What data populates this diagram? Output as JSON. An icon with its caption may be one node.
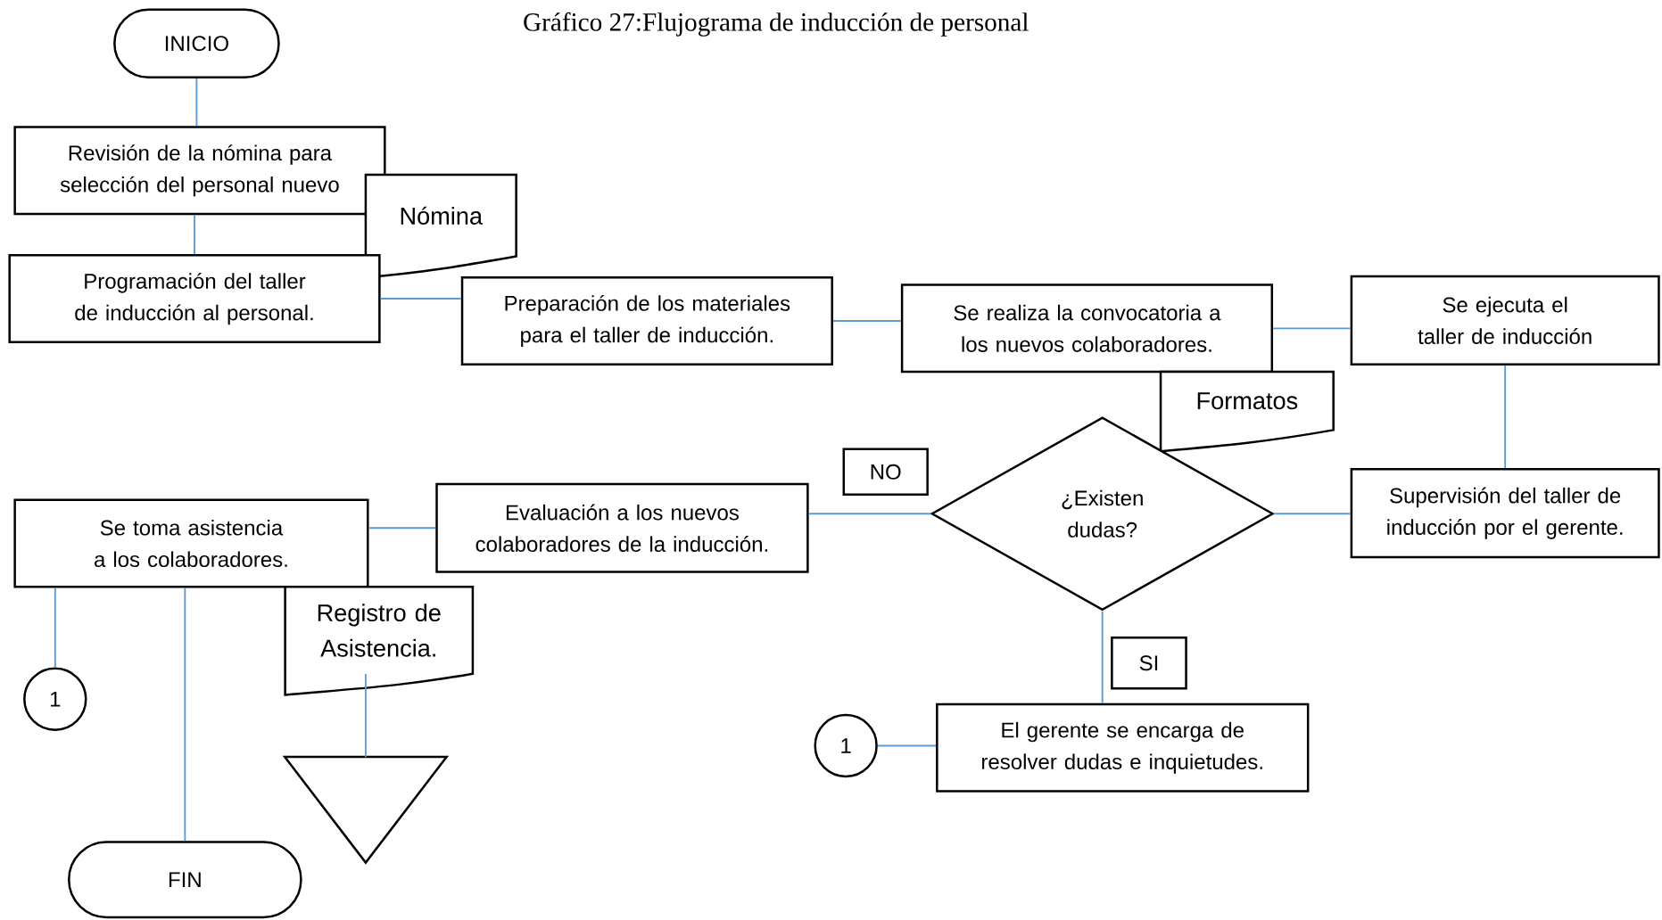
{
  "diagram": {
    "title": "Gráfico 27:Flujograma de inducción de personal",
    "nodes": [
      {
        "text": [
          "INICIO"
        ]
      },
      {
        "text": [
          "Revisión de la nómina para selección del personal nuevo"
        ]
      },
      {
        "text": [
          "Nómina"
        ]
      },
      {
        "text": [
          "Programación del taller de inducción al personal."
        ]
      },
      {
        "text": [
          "Preparación de los materiales para el taller de inducción."
        ]
      },
      {
        "text": [
          "Se realiza la convocatoria a los nuevos colaboradores."
        ]
      },
      {
        "text": [
          "Formatos"
        ]
      },
      {
        "text": [
          "Se ejecuta el taller de inducción"
        ]
      },
      {
        "text": [
          "Supervisión del taller de inducción por el gerente."
        ]
      },
      {
        "text": [
          "¿Existen dudas?"
        ]
      },
      {
        "text": [
          "NO"
        ]
      },
      {
        "text": [
          "Evaluación a los nuevos colaboradores de la inducción."
        ]
      },
      {
        "text": [
          "Se toma asistencia a los colaboradores."
        ]
      },
      {
        "text": [
          "Registro de Asistencia."
        ]
      },
      {
        "text": [
          "1"
        ]
      },
      {
        "text": [
          "FIN"
        ]
      },
      {
        "text": [],
        "shape": "triangle"
      },
      {
        "text": [
          "SI"
        ]
      },
      {
        "text": [
          "El gerente se encarga de resolver dudas e inquietudes."
        ]
      },
      {
        "text": [
          "1"
        ]
      }
    ],
    "edges": [
      {
        "from": 0,
        "to": 1,
        "arrow": "none"
      },
      {
        "from": 1,
        "to": 3,
        "arrow": "none"
      },
      {
        "from": 3,
        "to": 4,
        "arrow": "none"
      },
      {
        "from": 4,
        "to": 5,
        "arrow": "none"
      },
      {
        "from": 5,
        "to": 7,
        "arrow": "none"
      },
      {
        "from": 7,
        "to": 8,
        "arrow": "none"
      },
      {
        "from": 8,
        "to": 9,
        "arrow": "none"
      },
      {
        "from": 9,
        "to": 11,
        "arrow": "none"
      },
      {
        "from": 11,
        "to": 12,
        "arrow": "none"
      },
      {
        "from": 9,
        "to": 18,
        "arrow": "none"
      },
      {
        "from": 18,
        "to": 19,
        "arrow": "none"
      },
      {
        "from": 12,
        "to": 14,
        "arrow": "none"
      },
      {
        "from": 12,
        "to": 15,
        "arrow": "none"
      },
      {
        "from": 13,
        "to": 16,
        "arrow": "none"
      }
    ]
  }
}
